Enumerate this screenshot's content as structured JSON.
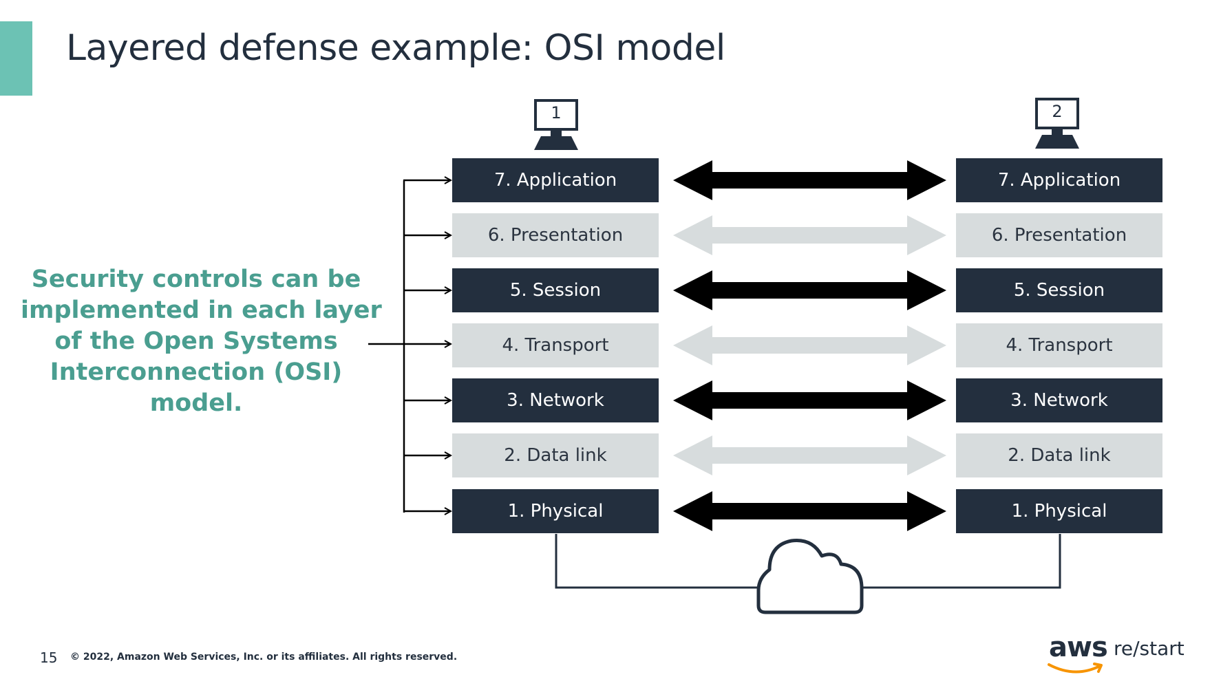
{
  "title": "Layered defense example: OSI model",
  "note_lines": [
    "Security controls can be",
    "implemented in each layer",
    "of the Open Systems",
    "Interconnection (OSI)",
    "model."
  ],
  "hosts": [
    {
      "label": "1"
    },
    {
      "label": "2"
    }
  ],
  "layers": [
    {
      "label": "7. Application",
      "style": "dark"
    },
    {
      "label": "6. Presentation",
      "style": "light"
    },
    {
      "label": "5. Session",
      "style": "dark"
    },
    {
      "label": "4. Transport",
      "style": "light"
    },
    {
      "label": "3. Network",
      "style": "dark"
    },
    {
      "label": "2. Data link",
      "style": "light"
    },
    {
      "label": "1. Physical",
      "style": "dark"
    }
  ],
  "colors": {
    "accent": "#6cc2b4",
    "note_text": "#4a9e90",
    "dark_layer": "#232f3e",
    "light_layer": "#d7dcdd",
    "dark_arrow": "#000000",
    "light_arrow": "#d7dcdd",
    "aws_smile": "#f79400"
  },
  "icons": [
    "computer-monitor-icon",
    "cloud-icon",
    "double-arrow-icon",
    "aws-smile-icon"
  ],
  "footer": {
    "page_number": "15",
    "copyright": "© 2022, Amazon Web Services, Inc. or its affiliates. All rights reserved."
  },
  "brand": {
    "aws": "aws",
    "restart": "re/start"
  }
}
